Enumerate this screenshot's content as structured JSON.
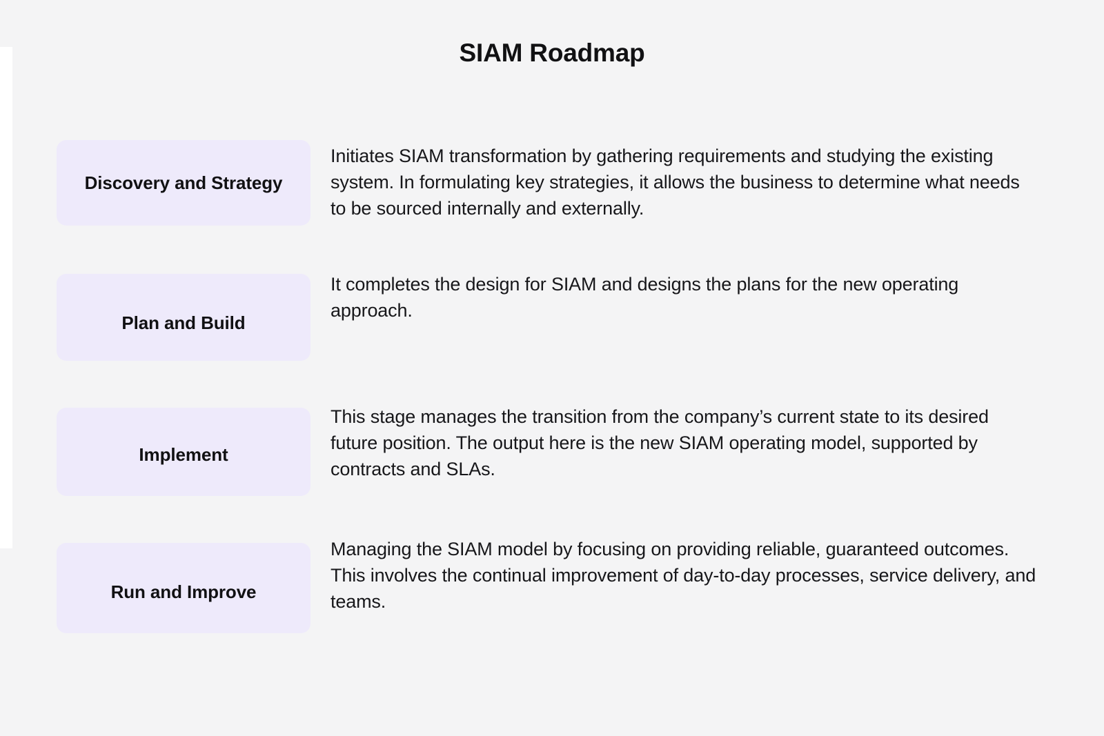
{
  "title": "SIAM Roadmap",
  "colors": {
    "background": "#f4f4f5",
    "stage_box": "#eeeafb",
    "text": "#17171a",
    "strip": "#ffffff"
  },
  "stages": [
    {
      "label": "Discovery and Strategy",
      "description": "Initiates SIAM transformation by gathering requirements and studying the existing system. In formulating key strategies, it allows the business to determine what needs to be sourced internally and externally."
    },
    {
      "label": "Plan and Build",
      "description": "It completes the design for SIAM and designs the plans for the new operating approach."
    },
    {
      "label": "Implement",
      "description": "This stage manages the transition from the company’s current state to its desired future position. The output here is the new SIAM operating model, supported by contracts and SLAs."
    },
    {
      "label": "Run and Improve",
      "description": "Managing the SIAM model by focusing on providing reliable, guaranteed outcomes. This involves the continual improvement of day-to-day processes, service delivery, and teams."
    }
  ]
}
